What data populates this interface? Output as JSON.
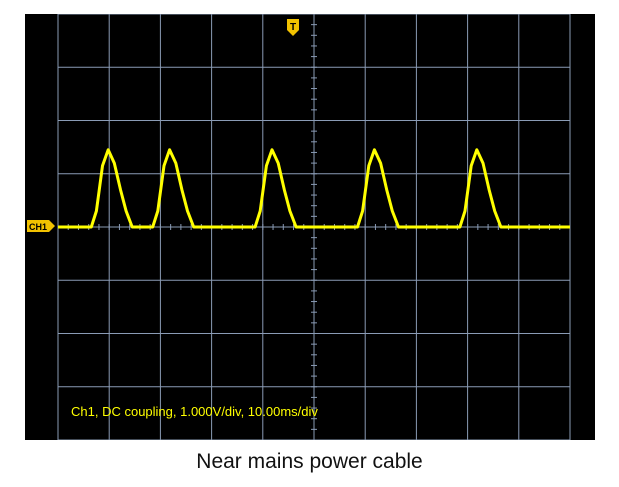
{
  "chart_data": {
    "type": "line",
    "title": "",
    "xlabel": "",
    "ylabel": "",
    "grid": true,
    "divisions": {
      "x": 10,
      "y": 8
    },
    "channel_marker": "CH1",
    "trigger_marker": "T",
    "readout": "Ch1, DC coupling, 1.000V/div, 10.00ms/div",
    "volts_per_div": 1.0,
    "ms_per_div": 10.0,
    "xlim": [
      -50,
      50
    ],
    "ylim": [
      -4,
      4
    ],
    "series": [
      {
        "color": "#ffff00",
        "x": [
          -50,
          -43.5,
          -42.5,
          -41.3,
          -40.2,
          -39.0,
          -37.8,
          -36.7,
          -35.5,
          -33.5,
          -31.5,
          -30.5,
          -29.3,
          -28.2,
          -27.0,
          -25.8,
          -24.7,
          -23.5,
          -21.5,
          -11.5,
          -10.5,
          -9.3,
          -8.2,
          -7.0,
          -5.8,
          -4.7,
          -3.5,
          -1.5,
          8.5,
          9.5,
          10.7,
          11.8,
          13.0,
          14.2,
          15.3,
          16.5,
          18.5,
          28.5,
          29.5,
          30.7,
          31.8,
          33.0,
          34.2,
          35.3,
          36.5,
          38.5,
          50
        ],
        "y": [
          0,
          0,
          0.3,
          1.15,
          1.45,
          1.2,
          0.7,
          0.3,
          0,
          0,
          0,
          0.3,
          1.15,
          1.45,
          1.2,
          0.7,
          0.3,
          0,
          0,
          0,
          0.3,
          1.15,
          1.45,
          1.2,
          0.7,
          0.3,
          0,
          0,
          0,
          0.3,
          1.15,
          1.45,
          1.2,
          0.7,
          0.3,
          0,
          0,
          0,
          0.3,
          1.15,
          1.45,
          1.2,
          0.7,
          0.3,
          0,
          0,
          0
        ]
      }
    ]
  },
  "caption": "Near mains power cable",
  "colors": {
    "background": "#000000",
    "grid": "#8a9bb5",
    "trace": "#ffff00",
    "marker": "#f2c200",
    "readout": "#ffff00"
  }
}
